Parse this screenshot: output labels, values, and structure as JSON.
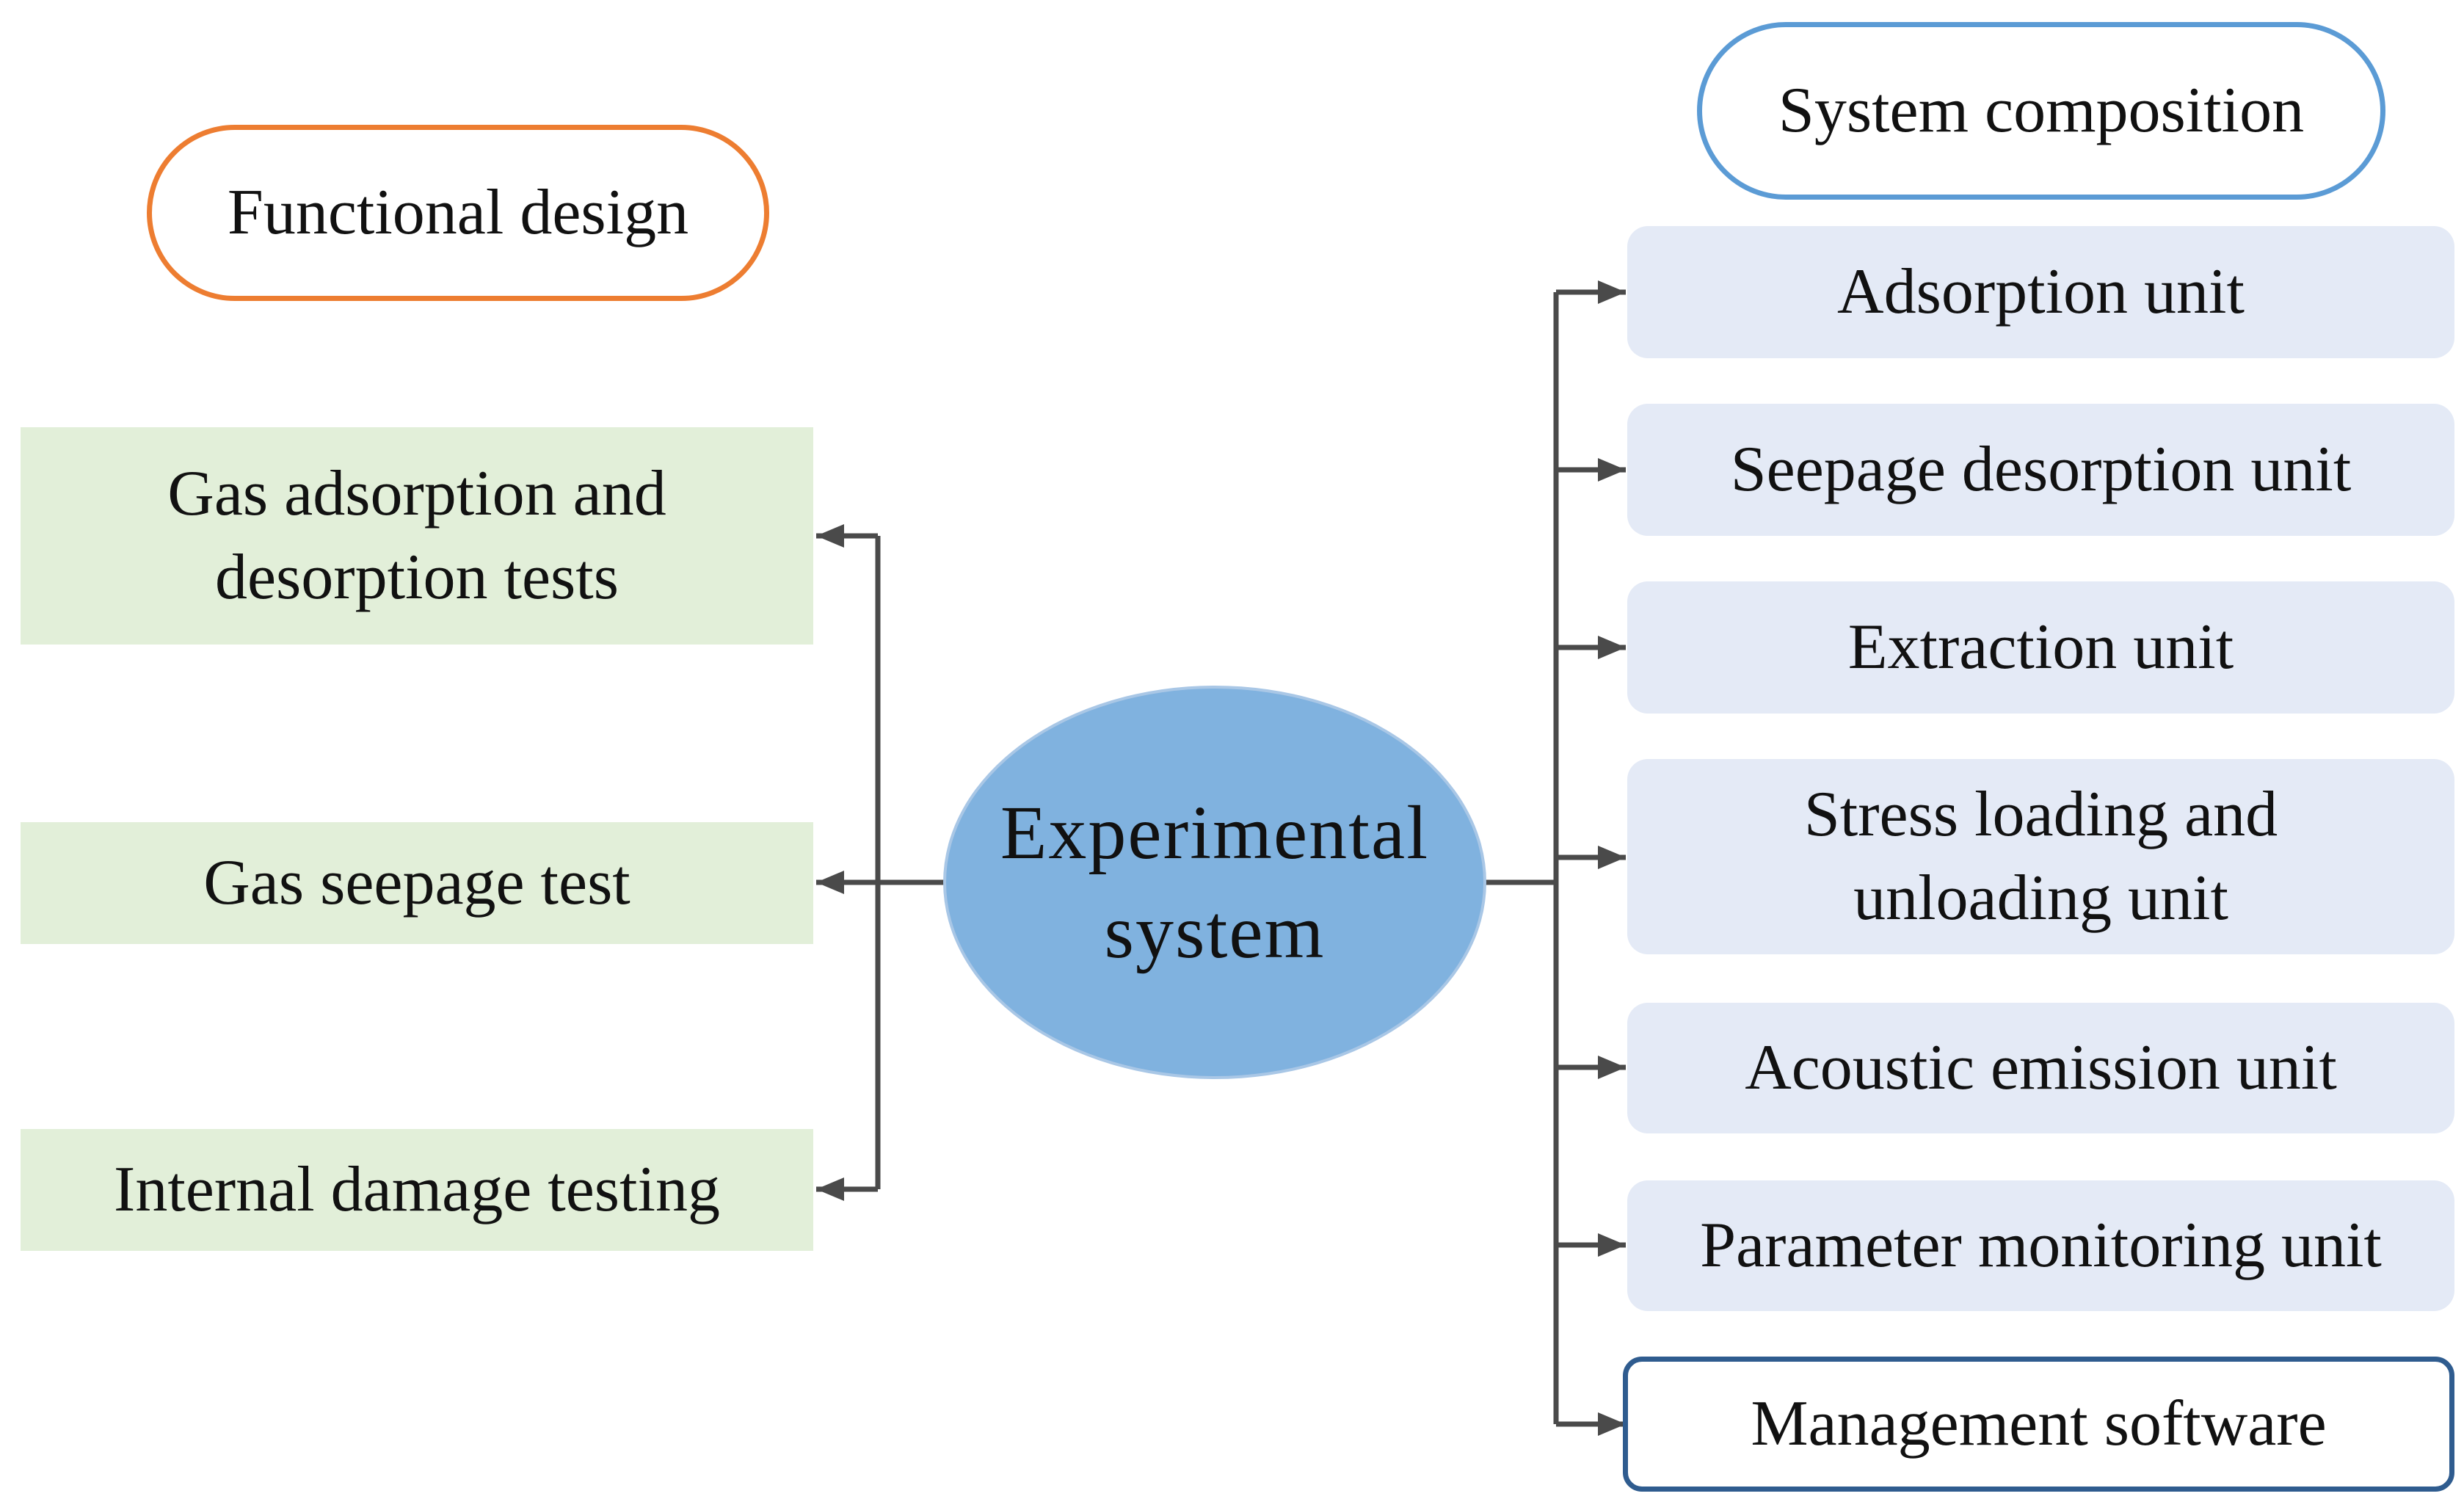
{
  "colors": {
    "functional_header_border": "#ED7D31",
    "composition_header_border": "#5B9BD5",
    "functional_box_fill": "#E2EFD9",
    "composition_box_fill": "#E4EAF6",
    "center_fill": "#80B2DF",
    "center_border": "#A9C7E6",
    "software_border": "#2F5C8F",
    "connector": "#4A4A4A"
  },
  "headers": {
    "functional": "Functional design",
    "composition": "System composition"
  },
  "center": {
    "label": "Experimental\nsystem"
  },
  "functional_items": [
    "Gas adsorption and\ndesorption tests",
    "Gas seepage test",
    "Internal damage testing"
  ],
  "composition_items": [
    "Adsorption unit",
    "Seepage desorption unit",
    "Extraction unit",
    "Stress loading and\nunloading unit",
    "Acoustic emission unit",
    "Parameter monitoring unit",
    "Management software"
  ]
}
